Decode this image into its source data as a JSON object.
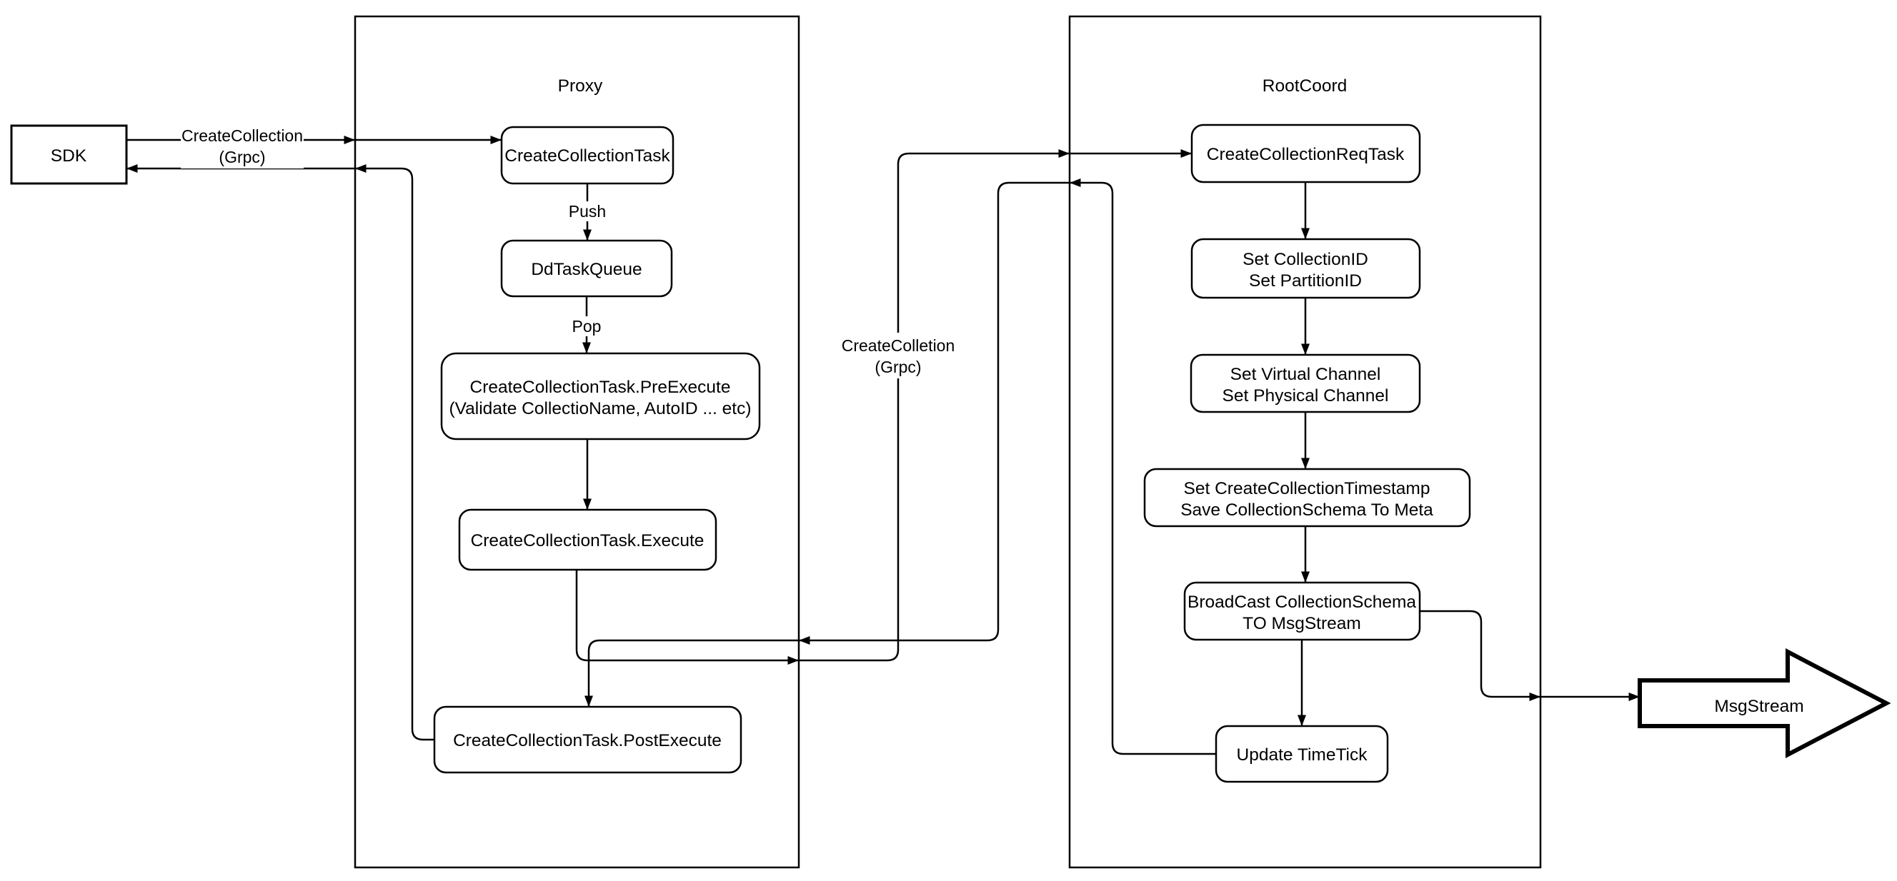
{
  "containers": {
    "proxy": {
      "label": "Proxy"
    },
    "rootcoord": {
      "label": "RootCoord"
    }
  },
  "nodes": {
    "sdk": {
      "label": "SDK"
    },
    "task": {
      "label": "CreateCollectionTask"
    },
    "queue": {
      "label": "DdTaskQueue"
    },
    "pre": {
      "line1": "CreateCollectionTask.PreExecute",
      "line2": "(Validate CollectioName, AutoID ... etc)"
    },
    "exec": {
      "label": "CreateCollectionTask.Execute"
    },
    "post": {
      "label": "CreateCollectionTask.PostExecute"
    },
    "reqtask": {
      "label": "CreateCollectionReqTask"
    },
    "setids": {
      "line1": "Set CollectionID",
      "line2": "Set PartitionID"
    },
    "setchan": {
      "line1": "Set Virtual Channel",
      "line2": "Set Physical Channel"
    },
    "setts": {
      "line1": "Set CreateCollectionTimestamp",
      "line2": "Save CollectionSchema To Meta"
    },
    "broadcast": {
      "line1": "BroadCast CollectionSchema",
      "line2": "TO MsgStream"
    },
    "timetick": {
      "label": "Update TimeTick"
    },
    "msgstream": {
      "label": "MsgStream"
    }
  },
  "edges": {
    "sdk_request": {
      "line1": "CreateCollection",
      "line2": "(Grpc)"
    },
    "proxy_request": {
      "line1": "CreateColletion",
      "line2": "(Grpc)"
    },
    "push": {
      "label": "Push"
    },
    "pop": {
      "label": "Pop"
    }
  },
  "colors": {
    "stroke": "#000000",
    "fill": "#ffffff"
  }
}
